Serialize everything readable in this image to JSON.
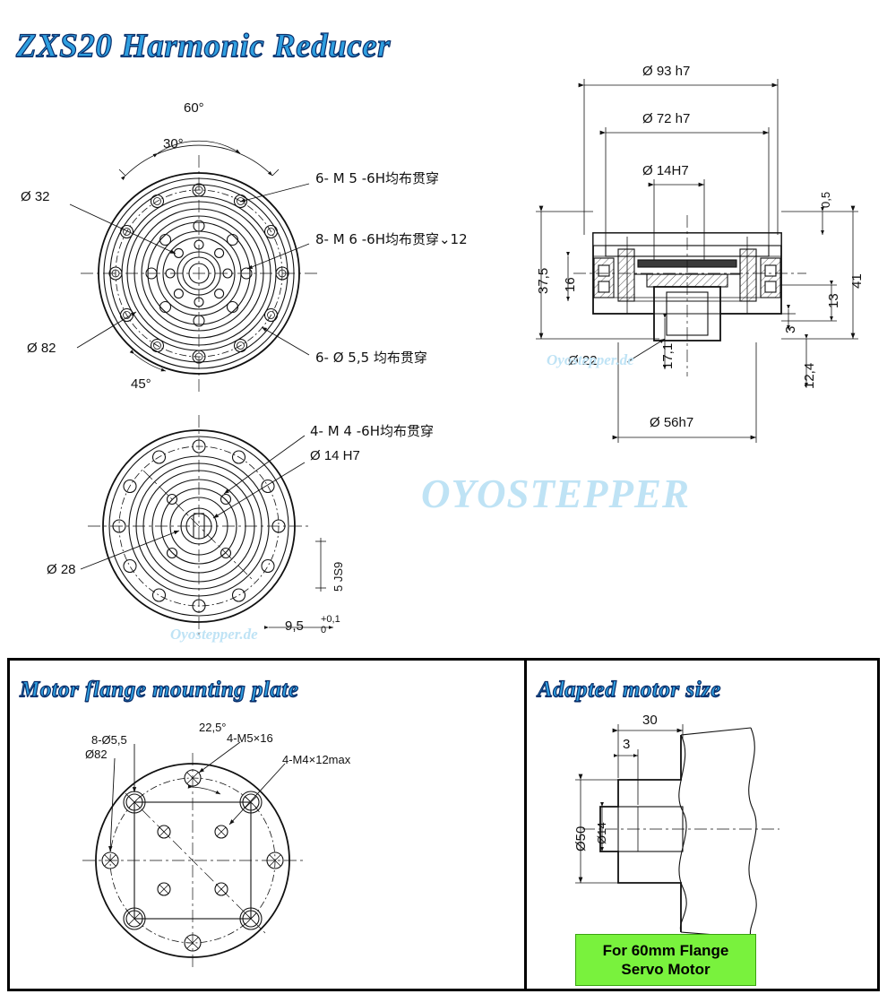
{
  "page": {
    "main_title": "ZXS20 Harmonic Reducer",
    "flange_section_title": "Motor flange mounting plate",
    "motor_section_title": "Adapted motor size",
    "watermark_main": "OYOSTEPPER",
    "watermark_small_1": "Oyostepper.de",
    "watermark_small_2": "Oyostepper.de"
  },
  "front_view": {
    "angle_60": "60°",
    "angle_30": "30°",
    "angle_45": "45°",
    "dia_32": "Ø 32",
    "dia_82": "Ø 82",
    "note_m5": "6- M 5 -6H均布贯穿",
    "note_m6": "8- M 6 -6H均布贯穿⌄12",
    "note_55": "6- Ø 5,5 均布贯穿"
  },
  "rear_view": {
    "note_m4": "4- M 4 -6H均布贯穿",
    "dia_14h7": "Ø  14 H7",
    "dia_28": "Ø 28",
    "key_5js9": "5 JS9",
    "depth_95": "9,5",
    "depth_95_tol_top": "+0,1",
    "depth_95_tol_bot": "0"
  },
  "section_view": {
    "dia_93h7": "Ø 93 h7",
    "dia_72h7": "Ø 72 h7",
    "dia_14h7": "Ø 14H7",
    "dia_56h7": "Ø 56h7",
    "dia_22": "Ø 22",
    "d_05": "0,5",
    "d_375": "37,5",
    "d_16": "16",
    "d_41": "41",
    "d_13": "13",
    "d_3": "3",
    "d_171": "17,1",
    "d_124": "12,4"
  },
  "flange_plate": {
    "note_8x55": "8-Ø5,5",
    "note_dia82": "Ø82",
    "angle_225": "22,5°",
    "note_4m5x16": "4-M5×16",
    "note_4m4x12": "4-M4×12max"
  },
  "motor_size": {
    "dim_30": "30",
    "dim_3": "3",
    "dia_50": "Ø50",
    "dia_14": "Ø14",
    "badge_line1": "For 60mm Flange",
    "badge_line2": "Servo Motor"
  },
  "colors": {
    "title_fill": "#2f9fe0",
    "title_stroke": "#0a2f6b",
    "badge_bg": "#79f23d",
    "watermark": "#bfe3f5"
  }
}
